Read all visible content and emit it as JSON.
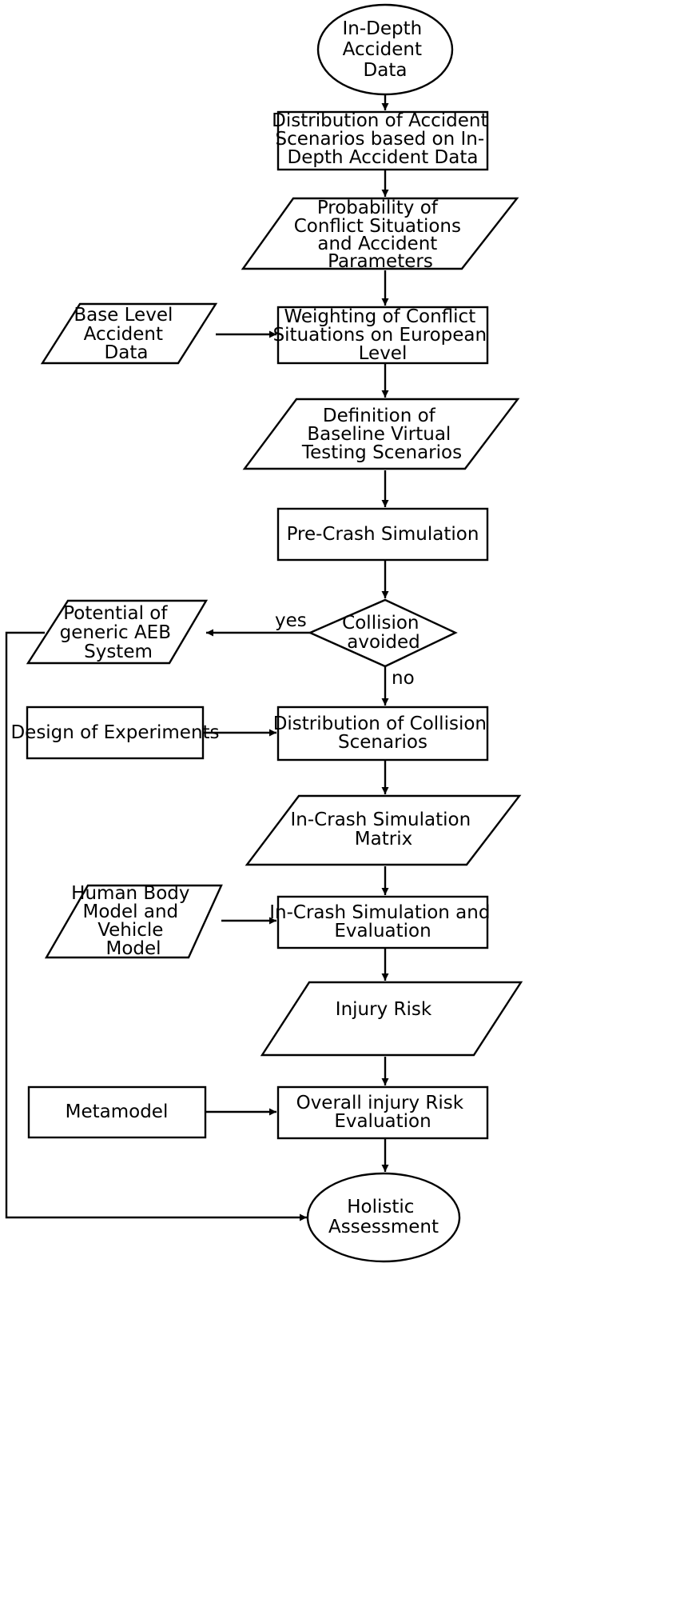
{
  "nodes": {
    "in_depth_data": {
      "lines": [
        "In-Depth",
        "Accident",
        "Data"
      ]
    },
    "distribution_accident": {
      "lines": [
        "Distribution of Accident",
        "Scenarios based on In-",
        "Depth Accident Data"
      ]
    },
    "probability": {
      "lines": [
        "Probability of",
        "Conflict Situations",
        "and Accident",
        "Parameters"
      ]
    },
    "base_level": {
      "lines": [
        "Base Level",
        "Accident",
        "Data"
      ]
    },
    "weighting": {
      "lines": [
        "Weighting of Conflict",
        "Situations on European",
        "Level"
      ]
    },
    "definition": {
      "lines": [
        "Definition of",
        "Baseline Virtual",
        "Testing Scenarios"
      ]
    },
    "precrash": {
      "lines": [
        "Pre-Crash Simulation"
      ]
    },
    "collision_avoided": {
      "lines": [
        "Collision",
        "avoided"
      ]
    },
    "potential_aeb": {
      "lines": [
        "Potential of",
        "generic AEB",
        "System"
      ]
    },
    "design_experiments": {
      "lines": [
        "Design of Experiments"
      ]
    },
    "distribution_collision": {
      "lines": [
        "Distribution of Collision",
        "Scenarios"
      ]
    },
    "incrash_matrix": {
      "lines": [
        "In-Crash Simulation",
        "Matrix"
      ]
    },
    "human_body": {
      "lines": [
        "Human Body",
        "Model and",
        "Vehicle",
        "Model"
      ]
    },
    "incrash_eval": {
      "lines": [
        "In-Crash Simulation and",
        "Evaluation"
      ]
    },
    "injury_risk": {
      "lines": [
        "Injury Risk"
      ]
    },
    "metamodel": {
      "lines": [
        "Metamodel"
      ]
    },
    "overall_risk": {
      "lines": [
        "Overall injury Risk",
        "Evaluation"
      ]
    },
    "holistic": {
      "lines": [
        "Holistic",
        "Assessment"
      ]
    }
  },
  "edge_labels": {
    "yes": "yes",
    "no": "no"
  }
}
